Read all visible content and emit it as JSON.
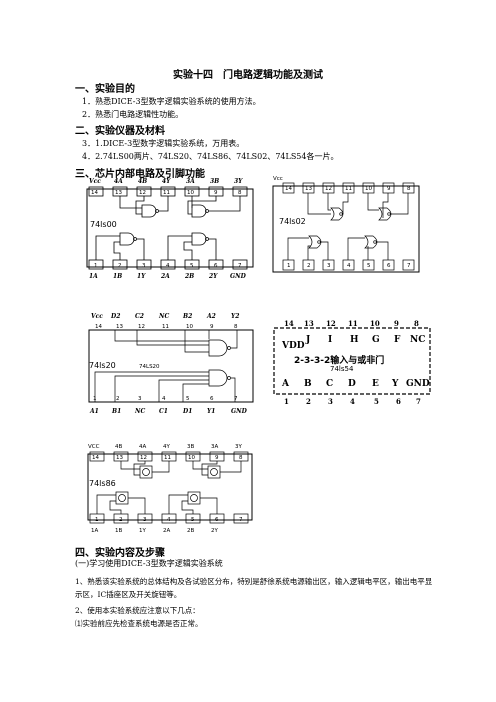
{
  "title": "实验十四　门电路逻辑功能及测试",
  "sections": {
    "s1": "一、实验目的",
    "s1_items": [
      "1．熟悉DICE-3型数字逻辑实验系统的使用方法。",
      "2．熟悉门电路逻辑性功能。"
    ],
    "s2": "二、实验仪器及材料",
    "s2_items": [
      "3．1.DICE-3型数字逻辑实验系统，万用表。",
      "4．2.74LS00两片、74LS20、74LS86、74LS02、74LS54各一片。"
    ],
    "s3": "三、芯片内部电路及引脚功能",
    "s4": "四、实验内容及步骤",
    "s4_sub": "(一)学习使用DICE-3型数字逻辑实验系统",
    "s4_p1": "1、熟悉该实验系统的总体结构及各试验区分布，特别是舒徐系统电源输出区，输入逻辑电平区，输出电平显示区，IC插座区及开关旋钮等。",
    "s4_p2": "2、使用本实验系统应注意以下几点：",
    "s4_p3": "⑴实验前应先检查系统电源是否正常。"
  },
  "chips": {
    "c00": {
      "name": "74ls00",
      "top_pins": [
        "Vcc",
        "4A",
        "4B",
        "4Y",
        "3A",
        "3B",
        "3Y"
      ],
      "top_nums": [
        "14",
        "13",
        "12",
        "11",
        "10",
        "9",
        "8"
      ],
      "bottom_pins": [
        "1A",
        "1B",
        "1Y",
        "2A",
        "2B",
        "2Y",
        "GND"
      ],
      "bottom_nums": [
        "1",
        "2",
        "3",
        "4",
        "5",
        "6",
        "7"
      ]
    },
    "c02": {
      "name": "74ls02",
      "vcc": "Vcc",
      "top_nums": [
        "14",
        "13",
        "12",
        "11",
        "10",
        "9",
        "8"
      ],
      "bottom_nums": [
        "1",
        "2",
        "3",
        "4",
        "5",
        "6",
        "7"
      ]
    },
    "c20": {
      "name": "74ls20",
      "inner": "74LS20",
      "top_pins": [
        "Vcc",
        "D2",
        "C2",
        "NC",
        "B2",
        "A2",
        "Y2"
      ],
      "top_nums": [
        "14",
        "13",
        "12",
        "11",
        "10",
        "9",
        "8"
      ],
      "bottom_pins": [
        "A1",
        "B1",
        "NC",
        "C1",
        "D1",
        "Y1",
        "GND"
      ],
      "bottom_nums": [
        "1",
        "2",
        "3",
        "4",
        "5",
        "6",
        "7"
      ]
    },
    "c54": {
      "name": "74ls54",
      "top_nums": [
        "14",
        "13",
        "12",
        "11",
        "10",
        "9",
        "8"
      ],
      "top_pins": [
        "VDD",
        "J",
        "I",
        "H",
        "G",
        "F",
        "NC"
      ],
      "middle": "2-3-3-2输入与或非门",
      "bottom_pins": [
        "A",
        "B",
        "C",
        "D",
        "E",
        "Y",
        "GND"
      ],
      "bottom_nums": [
        "1",
        "2",
        "3",
        "4",
        "5",
        "6",
        "7"
      ]
    },
    "c86": {
      "name": "74ls86",
      "top_pins": [
        "VCC",
        "4B",
        "4A",
        "4Y",
        "3B",
        "3A",
        "3Y"
      ],
      "top_nums": [
        "14",
        "13",
        "12",
        "11",
        "10",
        "9",
        "8"
      ],
      "bottom_pins": [
        "1A",
        "1B",
        "1Y",
        "2A",
        "2B",
        "2Y"
      ],
      "bottom_nums": [
        "1",
        "2",
        "3",
        "4",
        "5",
        "6",
        "7"
      ]
    }
  }
}
